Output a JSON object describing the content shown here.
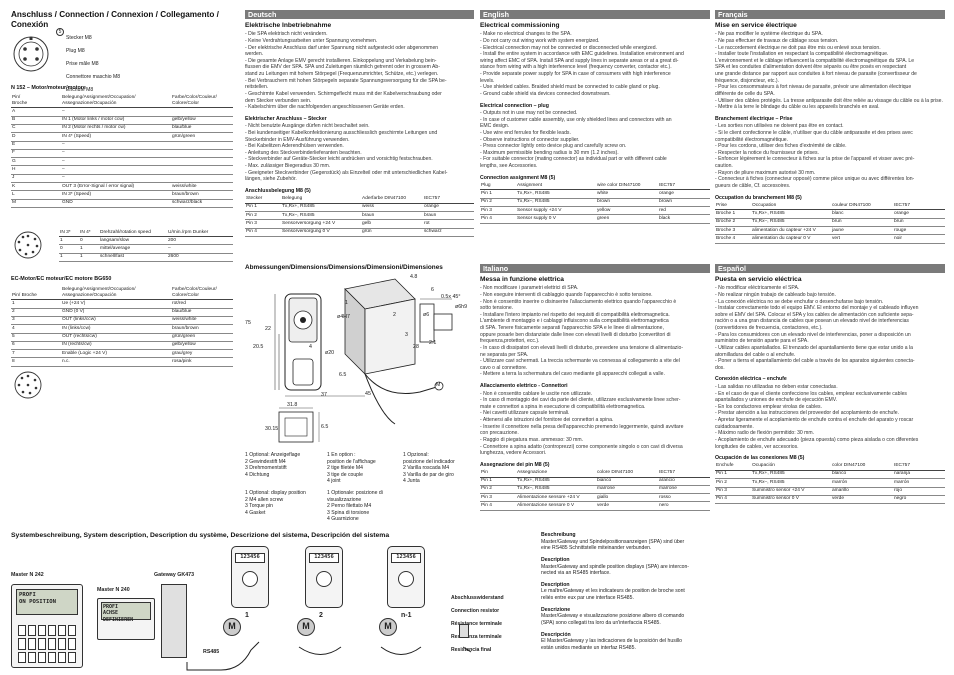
{
  "left": {
    "title": "Anschluss / Connection / Connexion / Collegamento / Conexión",
    "conn_legend": [
      "Stecker M8",
      "Plug M8",
      "Prise mâle M8",
      "Connettore maschio M8",
      "Enchufe M8"
    ],
    "conn_num": "5",
    "motor_title": "N 152 – Motor/moteur/motore",
    "motor_headers": [
      "Pin/\nBroche",
      "Belegung/Assignment/Occupation/\nAssegnazione/Ocupación",
      "Farbe/Color/Couleur/\nColore/Color"
    ],
    "motor_rows": [
      [
        "A",
        "–",
        ""
      ],
      [
        "B",
        "IN 1 (Motor links / motor ccw)",
        "gelb/yellow"
      ],
      [
        "C",
        "IN 2 (Motor rechts / motor cw)",
        "blau/blue"
      ],
      [
        "D",
        "IN 4* (Speed)",
        "grün/green"
      ],
      [
        "E",
        "–",
        ""
      ],
      [
        "F",
        "–",
        ""
      ],
      [
        "G",
        "–",
        ""
      ],
      [
        "H",
        "–",
        ""
      ],
      [
        "J",
        "–",
        ""
      ],
      [
        "K",
        "OUT 3 (Error-Signal / error signal)",
        "weiss/white"
      ],
      [
        "L",
        "IN 3* (Speed)",
        "braun/brown"
      ],
      [
        "M",
        "GND",
        "schwarz/black"
      ]
    ],
    "speed_headers": [
      "IN 3*",
      "IN 4*",
      "Drehzahl/rotation speed",
      "U/min./rpm Dunker"
    ],
    "speed_rows": [
      [
        "1",
        "0",
        "langsam/slow",
        "200"
      ],
      [
        "0",
        "1",
        "mittel/average",
        "–"
      ],
      [
        "1",
        "1",
        "schnell/fast",
        "2600"
      ]
    ],
    "ec_title": "EC-Motor/EC moteur/EC motore BG650",
    "ec_headers": [
      "Pin/ Broche",
      "Belegung/Assignment/Occupation/\nAssegnazione/Ocupación",
      "Farbe/Color/Couleur/\nColore/Color"
    ],
    "ec_rows": [
      [
        "1",
        "Ue (+24 V)",
        "rot/red"
      ],
      [
        "2",
        "GND (0 V)",
        "blau/blue"
      ],
      [
        "3",
        "OUT (links/ccw)",
        "weiss/white"
      ],
      [
        "4",
        "IN (links/ccw)",
        "braun/brown"
      ],
      [
        "5",
        "OUT (rechts/cw)",
        "grün/green"
      ],
      [
        "6",
        "IN (rechts/cw)",
        "gelb/yellow"
      ],
      [
        "7",
        "Enable (Logic +24 V)",
        "grau/grey"
      ],
      [
        "8",
        "n.c.",
        "rosa/pink"
      ]
    ]
  },
  "de": {
    "header": "Deutsch",
    "title": "Elektrische Inbetriebnahme",
    "body": "- Die SPA elektrisch nicht verändern.\n- Keine Verdrahtungsarbeiten unter Spannung vornehmen.\n- Der elektrische Anschluss darf unter Spannung nicht aufgesteckt oder abgenommen\n  werden.\n- Die gesamte Anlage EMV gerecht installieren. Einkoppelung und Verkabelung bein-\n  flussen die EMV der SPA. SPA und Zuleitungen räumlich getrennt oder in grossem Ab-\n  stand zu Leitungen mit hohem Störpegel (Frequenzumrichter, Schütze, etc.) verlegen.\n- Bei Verbrauchern mit hohen Störpegeln separate Spannungsversorgung für die SPA be-\n  reitstellen.\n- Geschirmte Kabel verwenden. Schirmgeflecht muss mit der Kabelverschraubung oder\n  dem Stecker verbunden sein.\n- Kabelschirm über die nachfolgenden angeschlossenen Geräte erden.",
    "plug_title": "Elektrischer Anschluss – Stecker",
    "plug_body": "- Nicht benutzte Ausgänge dürfen nicht beschaltet sein.\n- Bei kundenseitiger Kabelkonfektionierung ausschliesslich geschirmte Leitungen und\n  Steckerbinder in EMV-Ausführung verwenden.\n- Bei Kabelitzen Aderendhülsen verwenden.\n- Anleitung des Steckverbinderlieferanten beachten.\n- Steckverbinder auf Geräte-Stecker leicht andrücken und vorsichtig festschrauben.\n- Max. zulässiger Biegeradius 30 mm.\n- Geeigneter Steckverbinder (Gegenstück) als Einzelteil oder mit unterschiedlichen Kabel-\n  längen, siehe Zubehör.",
    "table_title": "Anschlussbelegung M8 (5)",
    "table_headers": [
      "Stecker",
      "Belegung",
      "Aderfarbe DIN47100",
      "IEC757"
    ],
    "table_rows": [
      [
        "Pin 1",
        "Tx,Rx+, RS485",
        "weiss",
        "orange"
      ],
      [
        "Pin 2",
        "Tx,Rx–, RS485",
        "braun",
        "braun"
      ],
      [
        "Pin 3",
        "Sensorversorgung +24 V",
        "gelb",
        "rot"
      ],
      [
        "Pin 4",
        "Sensorversorgung 0 V",
        "grün",
        "schwarz"
      ]
    ]
  },
  "en": {
    "header": "English",
    "title": "Electrical commissioning",
    "body": "- Make no electrical changes to the SPA.\n- Do not carry out wiring work with system energized.\n- Electrical connection may not be connected or disconnected while energized.\n- Install the entire system in accordance with EMC guidelines. Installation environment and\n  wiring affect EMC of SPA. Install SPA and supply lines in separate areas or at a great di-\n  stance from wiring with a high interference level (frequency converter, contactor etc.).\n- Provide separate power supply for SPA in case of consumers with high interference\n  levels.\n- Use shielded cables. Braided shield must be connected to cable gland or plug.\n- Ground cable shield via devices connected downstream.",
    "plug_title": "Electrical connection – plug",
    "plug_body": "- Outputs not in use may not be connected.\n- In case of customer cable assembly, use only shielded lines and connectors with an\n  EMC design.\n- Use wire end ferrules for flexible leads.\n- Observe instructions of connector supplier.\n- Press connector lightly onto device plug and carefully screw on.\n- Maximum permissible bending radius is 30 mm (1.2 inches).\n- For suitable connector (mating connector) as individual part or with different cable\n  lengths, see Accessories.",
    "table_title": "Connection assignment M8 (5)",
    "table_headers": [
      "Plug",
      "Assignment",
      "wire color DIN47100",
      "IEC757"
    ],
    "table_rows": [
      [
        "Pin 1",
        "Tx,Rx+, RS485",
        "white",
        "orange"
      ],
      [
        "Pin 2",
        "Tx,Rx–, RS485",
        "brown",
        "brown"
      ],
      [
        "Pin 3",
        "Sensor supply +24 V",
        "yellow",
        "red"
      ],
      [
        "Pin 4",
        "Sensor supply 0 V",
        "green",
        "black"
      ]
    ]
  },
  "fr": {
    "header": "Français",
    "title": "Mise en service électrique",
    "body": "- Ne pas modifier le système électrique du SPA.\n- Ne pas effectuer de travaux de câblage sous tension.\n- Le raccordement électrique ne doit pas être mis ou enlevé sous tension.\n- Installer toute l'installation en respectant la compatibilité électromagnétique.\n  L'environnement et le câblage influencent la compatibilité électromagnétique du SPA. Le\n  SPA et les conduites d'alimentation doivent être séparés ou être posés en respectant\n  une grande distance par rapport aux conduites à fort niveau de parasite (convertisseur de\n  fréquence, disjoncteur, etc.).\n- Pour les consommateurs à fort niveau de parasite, prévoir une alimentation électrique\n  différente de celle du SPA.\n- Utiliser des câbles protégés. La tresse antiparasite doit être reliée au vissage du câble ou à la prise.\n- Mettre à la terre le blindage du câble ou les appareils branchés en aval.",
    "plug_title": "Branchement électrique – Prise",
    "plug_body": "- Les sorties non utilisées ne doivent pas être en contact.\n- Si le client confectionne le câble, n'utiliser que du câble antiparasite et des prises avec\n  compatibilité électromagnétique.\n- Pour les cordons, utiliser des fiches d'extrémité de câble.\n- Respecter la notice du fournisseur de prises.\n- Enfoncer légèrement le connecteur à fiches sur la prise de l'appareil et visser avec pré-\n  caution.\n- Rayon de pliure maximum autorisé 30 mm.\n- Connecteur à fiches (connecteur opposé) comme pièce unique ou avec différentes lon-\n  gueurs de câble, Cf. accessoires.",
    "table_title": "Occupation du branchement M8 (5)",
    "table_headers": [
      "Prise",
      "Occupation",
      "couleur DIN47100",
      "IEC757"
    ],
    "table_rows": [
      [
        "Broche 1",
        "Tx,Rx+, RS485",
        "blanc",
        "orange"
      ],
      [
        "Broche 2",
        "Tx,Rx–, RS485",
        "brun",
        "brun"
      ],
      [
        "Broche 3",
        "alimentation du capteur +24 V",
        "jaune",
        "rouge"
      ],
      [
        "Broche 4",
        "alimentation du capteur 0 V",
        "vert",
        "noir"
      ]
    ]
  },
  "it": {
    "header": "Italiano",
    "title": "Messa in funzione elettrica",
    "body": "- Non modificare i parametri elettrici di SPA.\n- Non eseguire interventi di cablaggio quando l'apparecchio è sotto tensione.\n- Non è consentito inserire o disinserire l'allacciamento elettrico quando l'apparecchio è\n  sotto tensione.\n- Installare l'intero impianto nel rispetto dei requisiti di compatibilità elettromagnetica.\n  L'ambiente di montaggio e i cablaggi influiscono sulla compatibilità elettromagnetica\n  di SPA. Tenere fisicamente separati l'apparecchio SPA e le linee di alimentazione,\n  oppure posarle ben distanziate dalle linee con elevati livelli di disturbo (convertitori di\n  frequenza,protettori, ecc.).\n- In caso di dissipatori con elevati livelli di disturbo, prevedere una tensione di alimentazio-\n  ne separata per SPA.\n- Utilizzare cavi schermati. La treccia schermante va connessa al collegamento a vite del\n  cavo o al connettore.\n- Mettere a terra la schermatura del cavo mediante gli apparecchi collegati a valle.",
    "plug_title": "Allacciamento elettrico - Connettori",
    "plug_body": "- Non è consentito cablare le uscite non utilizzate.\n- In caso di montaggio dei cavi da parte del cliente, utilizzare esclusivamente linee scher-\n  mate e connettori a spina in esecuzione di compatibilità elettromagnetica.\n- Nei cavetti utilizzare capsule terminali.\n- Attenersi alle istruzioni del fornitore dei connettori a spina.\n- Inserire il connettore nella presa dell'apparecchio premendo leggermente, quindi avvitare\n  con precauzione.\n- Raggio di piegatura max. ammesso: 30 mm.\n- Connettore a spina adatto (controprezzi) come componente singolo o con cavi di diversa\n  lunghezza, vedere Accessori.",
    "table_title": "Assegnazione dei pin M8 (5)",
    "table_headers": [
      "Pin",
      "Assegnazione",
      "colore DIN47100",
      "IEC757"
    ],
    "table_rows": [
      [
        "Pin 1",
        "Tx,Rx+, RS485",
        "bianco",
        "arancio"
      ],
      [
        "Pin 2",
        "Tx,Rx–, RS485",
        "marrone",
        "marrone"
      ],
      [
        "Pin 3",
        "Alimentazione sensore +24 V",
        "giallo",
        "rosso"
      ],
      [
        "Pin 4",
        "Alimentazione sensore 0 V",
        "verde",
        "nero"
      ]
    ]
  },
  "es": {
    "header": "Español",
    "title": "Puesta en servicio eléctrica",
    "body": "- No modificar eléctricamente el SPA.\n- No realizar ningún trabajo de cableado bajo tensión.\n- La conexión eléctrica no se debe enchufar o desenchufarse bajo tensión.\n- Instalar correctamente todo el equipo EMV. El entorno del montaje y el cableado influyen\n  sobre el EMV del SPA. Colocar el SPA y los cables de alimentación con suficiente sepa-\n  ración o a una gran distancia de cables que posean un elevado nivel de interferencias\n  (convertidores de frecuencia, contactores, etc.).\n- Para los consumidores con un elevado nivel de interferencias, poner a disposición un\n  suministro de tensión aparte para el SPA.\n- Utilizar cables apantallados. El trenzado del apantallamiento tiene que estar unido a la\n  atornilladura del cable o al enchufe.\n- Poner a tierra el apantallamiento del cable a través de los aparatos siguientes conecta-\n  dos.",
    "plug_title": "Conexión eléctrica – enchufe",
    "plug_body": "- Las salidas no utilizadas no deben estar conectadas.\n- En el caso de que el cliente confeccione los cables, emplear exclusivamente cables\n  apantallados y uniones de enchufe de ejecución EMV.\n- En los conductores emplear virolas de cables.\n- Prestar atención a las instrucciones del proveedor del acoplamiento de enchufe.\n- Apretar ligeramente el acoplamiento de enchufe contra el enchufe del aparato y roscar\n  cuidadosamente.\n- Máximo radio de flexión permitido: 30 mm.\n- Acoplamiento de enchufe adecuado (pieza opuesta) como pieza aislada o con diferentes\n  longitudes de cables, ver accesorios.",
    "table_title": "Ocupación de las conexiones M8 (5)",
    "table_headers": [
      "Enchufe",
      "Ocupación",
      "color DIN47100",
      "IEC757"
    ],
    "table_rows": [
      [
        "Pin 1",
        "Tx,Rx+, RS485",
        "blanco",
        "naranja"
      ],
      [
        "Pin 2",
        "Tx,Rx–, RS485",
        "marrón",
        "marrón"
      ],
      [
        "Pin 3",
        "Suministro sensor +24 V",
        "amarillo",
        "rojo"
      ],
      [
        "Pin 4",
        "Suministro sensor 0 V",
        "verde",
        "negro"
      ]
    ]
  },
  "dims": {
    "title": "Abmessungen/Dimensions/Dimensions/Dimensioni/Dimensiones",
    "labels": [
      "4.8",
      "6",
      "0.5x 45°",
      "75",
      "22",
      "20.5",
      "4",
      "2",
      "3",
      "1",
      "6.5",
      "37",
      "45",
      "31.8",
      "30.15",
      "6.5",
      "ø4H7",
      "ø20",
      "ø6",
      "ø6h9",
      "28",
      "M",
      "2:1"
    ],
    "legend": [
      "1 Optional: Anzeigeflage\n2 Gewindestift M4\n3 Drehmomentstift\n4 Dichtung",
      "1 En option :\n  position de l'affichage\n2 tige filetée M4\n3 tige de couple\n4 joint",
      "1 Opzional:\n  posizione del indicador\n2 Varilla roscada M4\n3 Varilla de par de giro\n4 Junta",
      "1 Optional: display position\n2 M4 allen screw\n3 Torque pin\n4 Gasket",
      "1 Optionale: posizione di\n  visualizzazione\n2 Perno filettato M4\n3 Spina di torsione\n4 Guarnizione"
    ]
  },
  "system": {
    "title": "Systembeschreibung, System description, Description du système, Descrizione del sistema, Descripción del sistema",
    "master242": "Master N 242",
    "master240": "Master N 240",
    "gateway": "Gateway GK473",
    "screen242": [
      "PROFI",
      "ON POSITION"
    ],
    "screen240": [
      "PROFI",
      "ACHSE DEFINIEREN"
    ],
    "bus": "RS485",
    "node_nums": [
      "1",
      "2",
      "n-1"
    ],
    "node_motor": "M",
    "display_val": "123456",
    "terminator": [
      "Abschlusswiderstand",
      "Connection resistor",
      "Résistance terminale",
      "Resistenza terminale",
      "Resistencia final"
    ],
    "desc": [
      {
        "h": "Beschreibung",
        "t": "Master/Gateway und Spindelpositionsanzeigen (SPA) sind über\neine RS485 Schnittstelle miteinander verbunden."
      },
      {
        "h": "Description",
        "t": "Master/Gateway and spindle position displays (SPA) are intercon-\nnected via an RS485 interface."
      },
      {
        "h": "Description",
        "t": "Le maître/Gateway et les indicateurs de position de broche sont\nreliés entre eux par une interface RS485."
      },
      {
        "h": "Descrizione",
        "t": "Master/Gateway e visualizzazione posizione albero di comando\n(SPA) sono collegati tra loro da un'interfaccia RS485."
      },
      {
        "h": "Descripción",
        "t": "El Master/Gateway y las indicaciones de la posición del husillo\nestán unidos mediante un interfaz RS485."
      }
    ]
  }
}
